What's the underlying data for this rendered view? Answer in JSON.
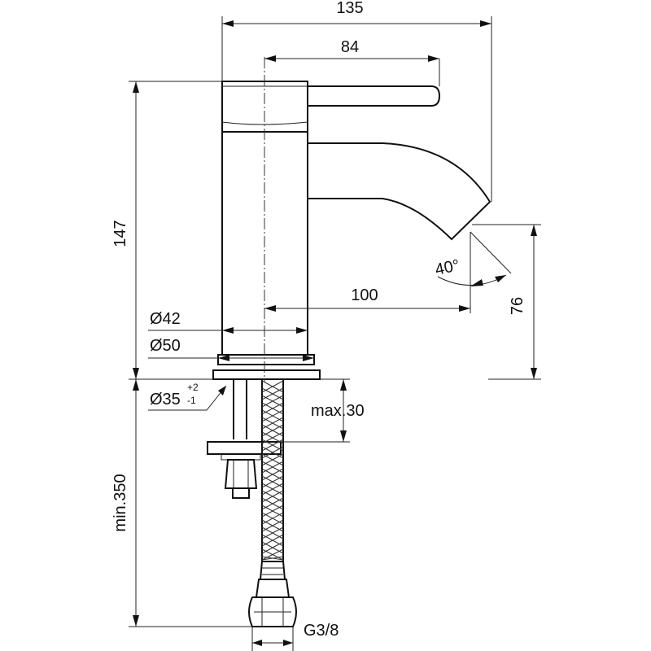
{
  "drawing": {
    "dimensions": {
      "overall_width": "135",
      "handle_length": "84",
      "overall_height": "147",
      "spout_reach": "100",
      "spout_height": "76",
      "body_diameter": "Ø42",
      "base_diameter": "Ø50",
      "hole_diameter": "Ø35",
      "hole_tol_plus": "+2",
      "hole_tol_minus": "-1",
      "max_thickness": "max.30",
      "hose_length": "min.350",
      "connection": "G3/8",
      "spout_angle": "40°"
    }
  }
}
